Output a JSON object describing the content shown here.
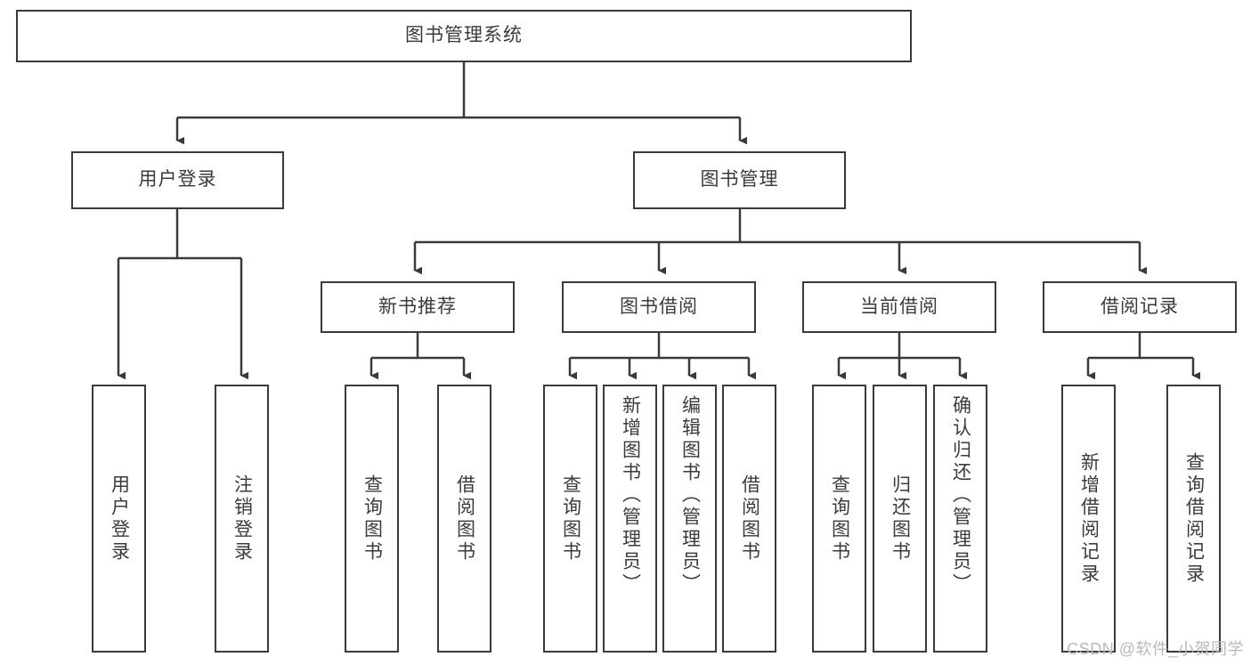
{
  "diagram": {
    "type": "tree",
    "title": "图书管理系统",
    "stroke_color": "#3a3a3a",
    "fill_color": "#ffffff",
    "text_color": "#3b3b3b",
    "root": {
      "label": "图书管理系统"
    },
    "level2": [
      {
        "label": "用户登录"
      },
      {
        "label": "图书管理"
      }
    ],
    "level3": [
      {
        "label": "新书推荐"
      },
      {
        "label": "图书借阅"
      },
      {
        "label": "当前借阅"
      },
      {
        "label": "借阅记录"
      }
    ],
    "leaves": {
      "user_login": [
        {
          "label": "用户登录"
        },
        {
          "label": "注销登录"
        }
      ],
      "new_book_recommend": [
        {
          "label": "查询图书"
        },
        {
          "label": "借阅图书"
        }
      ],
      "book_borrow": [
        {
          "label": "查询图书"
        },
        {
          "label": "新增图书（管理员）"
        },
        {
          "label": "编辑图书（管理员）"
        },
        {
          "label": "借阅图书"
        }
      ],
      "current_borrow": [
        {
          "label": "查询图书"
        },
        {
          "label": "归还图书"
        },
        {
          "label": "确认归还（管理员）"
        }
      ],
      "borrow_record": [
        {
          "label": "新增借阅记录"
        },
        {
          "label": "查询借阅记录"
        }
      ]
    }
  },
  "watermark": {
    "text": "CSDN @软件_小贺同学"
  }
}
